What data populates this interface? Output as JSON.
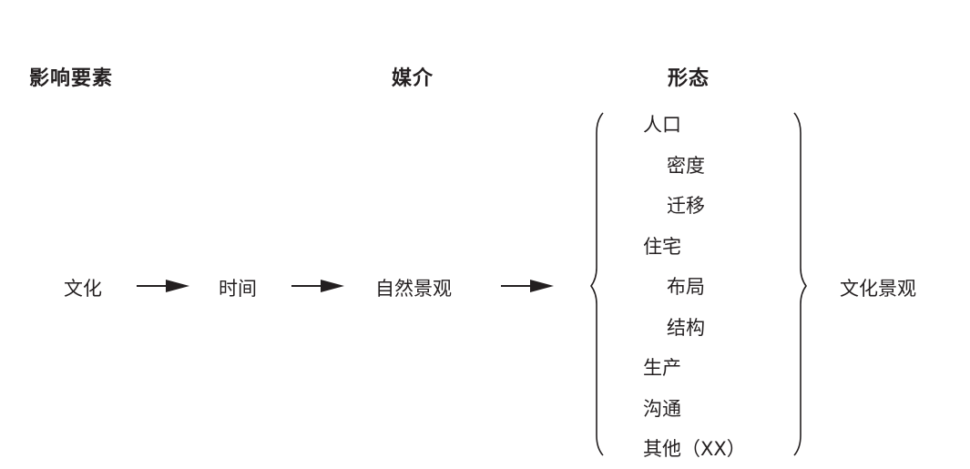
{
  "headers": {
    "factors": "影响要素",
    "medium": "媒介",
    "form": "形态"
  },
  "flow": {
    "culture": "文化",
    "time": "时间",
    "natural_landscape": "自然景观",
    "cultural_landscape": "文化景观"
  },
  "forms": [
    {
      "label": "人口",
      "level": 0
    },
    {
      "label": "密度",
      "level": 1
    },
    {
      "label": "迁移",
      "level": 1
    },
    {
      "label": "住宅",
      "level": 0
    },
    {
      "label": "布局",
      "level": 1
    },
    {
      "label": "结构",
      "level": 1
    },
    {
      "label": "生产",
      "level": 0
    },
    {
      "label": "沟通",
      "level": 0
    },
    {
      "label": "其他（XX）",
      "level": 0
    }
  ],
  "colors": {
    "ink": "#231f20",
    "background": "#ffffff"
  }
}
